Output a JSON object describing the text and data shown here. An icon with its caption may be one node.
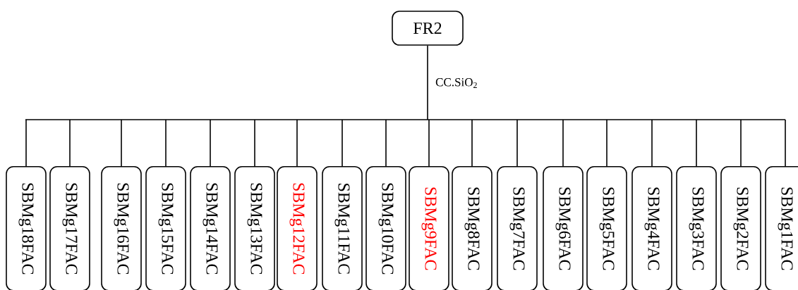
{
  "diagram": {
    "nodes": [
      {
        "text": [
          "FR2"
        ]
      },
      {
        "text": [
          "SBMg18FAC"
        ]
      },
      {
        "text": [
          "SBMg17FAC"
        ]
      },
      {
        "text": [
          "SBMg16FAC"
        ]
      },
      {
        "text": [
          "SBMg15FAC"
        ]
      },
      {
        "text": [
          "SBMg14FAC"
        ]
      },
      {
        "text": [
          "SBMg13FAC"
        ]
      },
      {
        "text": [
          "SBMg12FAC"
        ]
      },
      {
        "text": [
          "SBMg11FAC"
        ]
      },
      {
        "text": [
          "SBMg10FAC"
        ]
      },
      {
        "text": [
          "SBMg9FAC"
        ]
      },
      {
        "text": [
          "SBMg8FAC"
        ]
      },
      {
        "text": [
          "SBMg7FAC"
        ]
      },
      {
        "text": [
          "SBMg6FAC"
        ]
      },
      {
        "text": [
          "SBMg5FAC"
        ]
      },
      {
        "text": [
          "SBMg4FAC"
        ]
      },
      {
        "text": [
          "SBMg3FAC"
        ]
      },
      {
        "text": [
          "SBMg2FAC"
        ]
      },
      {
        "text": [
          "SBMg1FAC"
        ]
      }
    ],
    "edges": [
      {
        "from": 0,
        "to": 1,
        "arrow": "none"
      },
      {
        "from": 0,
        "to": 2,
        "arrow": "none"
      },
      {
        "from": 0,
        "to": 3,
        "arrow": "none"
      },
      {
        "from": 0,
        "to": 4,
        "arrow": "none"
      },
      {
        "from": 0,
        "to": 5,
        "arrow": "none"
      },
      {
        "from": 0,
        "to": 6,
        "arrow": "none"
      },
      {
        "from": 0,
        "to": 7,
        "arrow": "none"
      },
      {
        "from": 0,
        "to": 8,
        "arrow": "none"
      },
      {
        "from": 0,
        "to": 9,
        "arrow": "none"
      },
      {
        "from": 0,
        "to": 10,
        "arrow": "none"
      },
      {
        "from": 0,
        "to": 11,
        "arrow": "none"
      },
      {
        "from": 0,
        "to": 12,
        "arrow": "none"
      },
      {
        "from": 0,
        "to": 13,
        "arrow": "none"
      },
      {
        "from": 0,
        "to": 14,
        "arrow": "none"
      },
      {
        "from": 0,
        "to": 15,
        "arrow": "none"
      },
      {
        "from": 0,
        "to": 16,
        "arrow": "none"
      },
      {
        "from": 0,
        "to": 17,
        "arrow": "none"
      },
      {
        "from": 0,
        "to": 18,
        "arrow": "none"
      }
    ],
    "labels": [
      "CC.SiO$_{2}$"
    ]
  }
}
